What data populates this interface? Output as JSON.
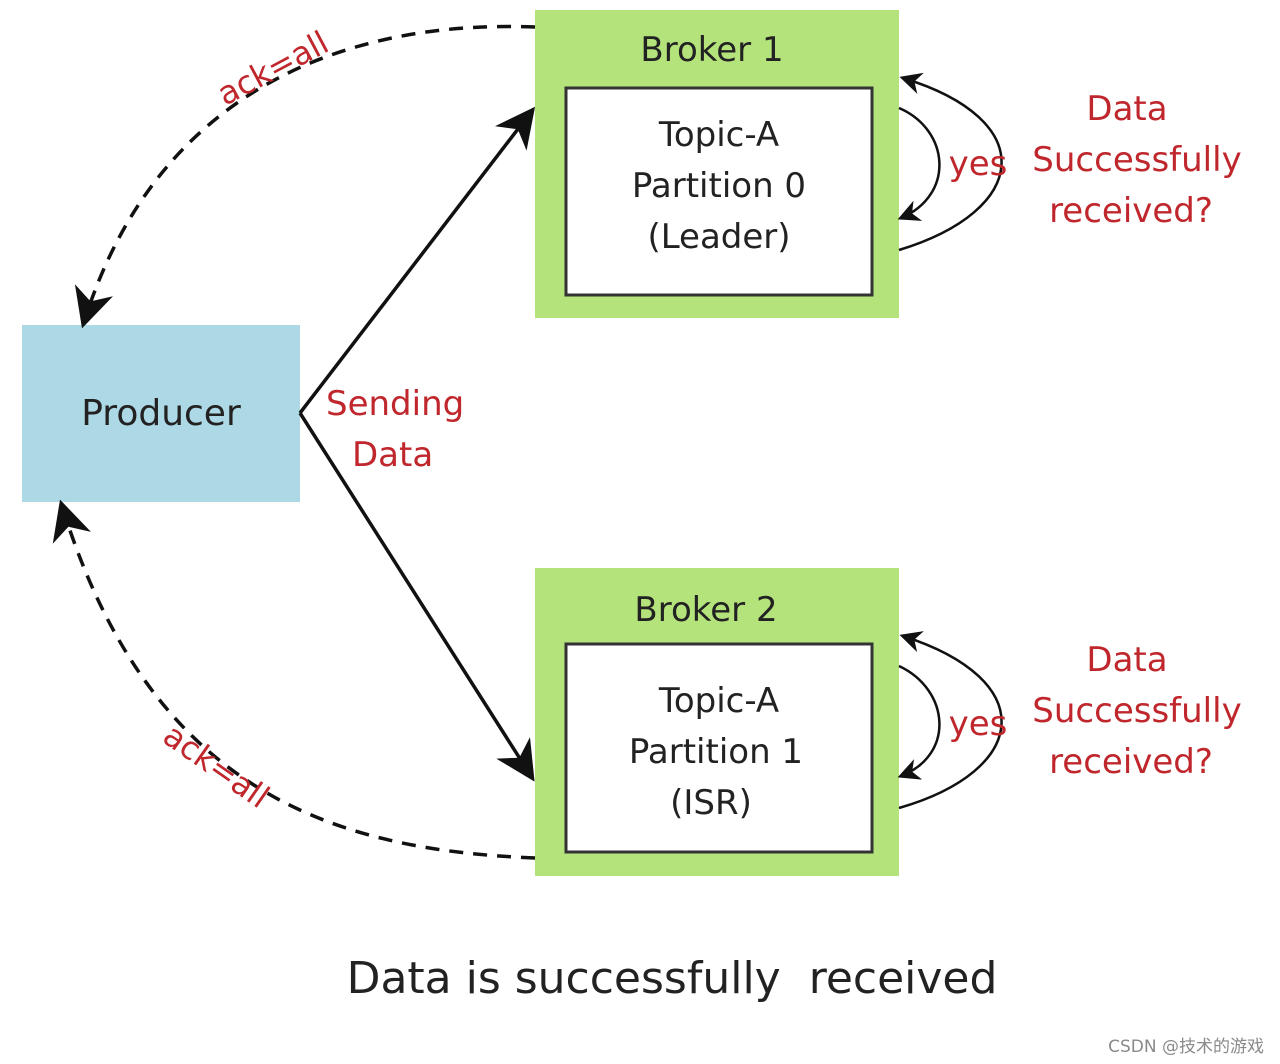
{
  "producer": {
    "label": "Producer"
  },
  "brokers": [
    {
      "label": "Broker 1",
      "partition": {
        "line1": "Topic-A",
        "line2": "Partition 0",
        "line3": "(Leader)"
      },
      "loop_label": "yes",
      "question": {
        "line1": "Data",
        "line2": "Successfully",
        "line3": "received?"
      }
    },
    {
      "label": "Broker 2",
      "partition": {
        "line1": "Topic-A",
        "line2": "Partition 1",
        "line3": "(ISR)"
      },
      "loop_label": "yes",
      "question": {
        "line1": "Data",
        "line2": "Successfully",
        "line3": "received?"
      }
    }
  ],
  "send_label": {
    "line1": "Sending",
    "line2": "Data"
  },
  "ack_labels": [
    "ack=all",
    "ack=all"
  ],
  "caption": "Data is successfully  received",
  "watermark": "CSDN @技术的游戏",
  "colors": {
    "producer_fill": "#add8e6",
    "broker_fill": "#b4e37c",
    "label_red": "#c0272d",
    "text_dark": "#222222"
  }
}
